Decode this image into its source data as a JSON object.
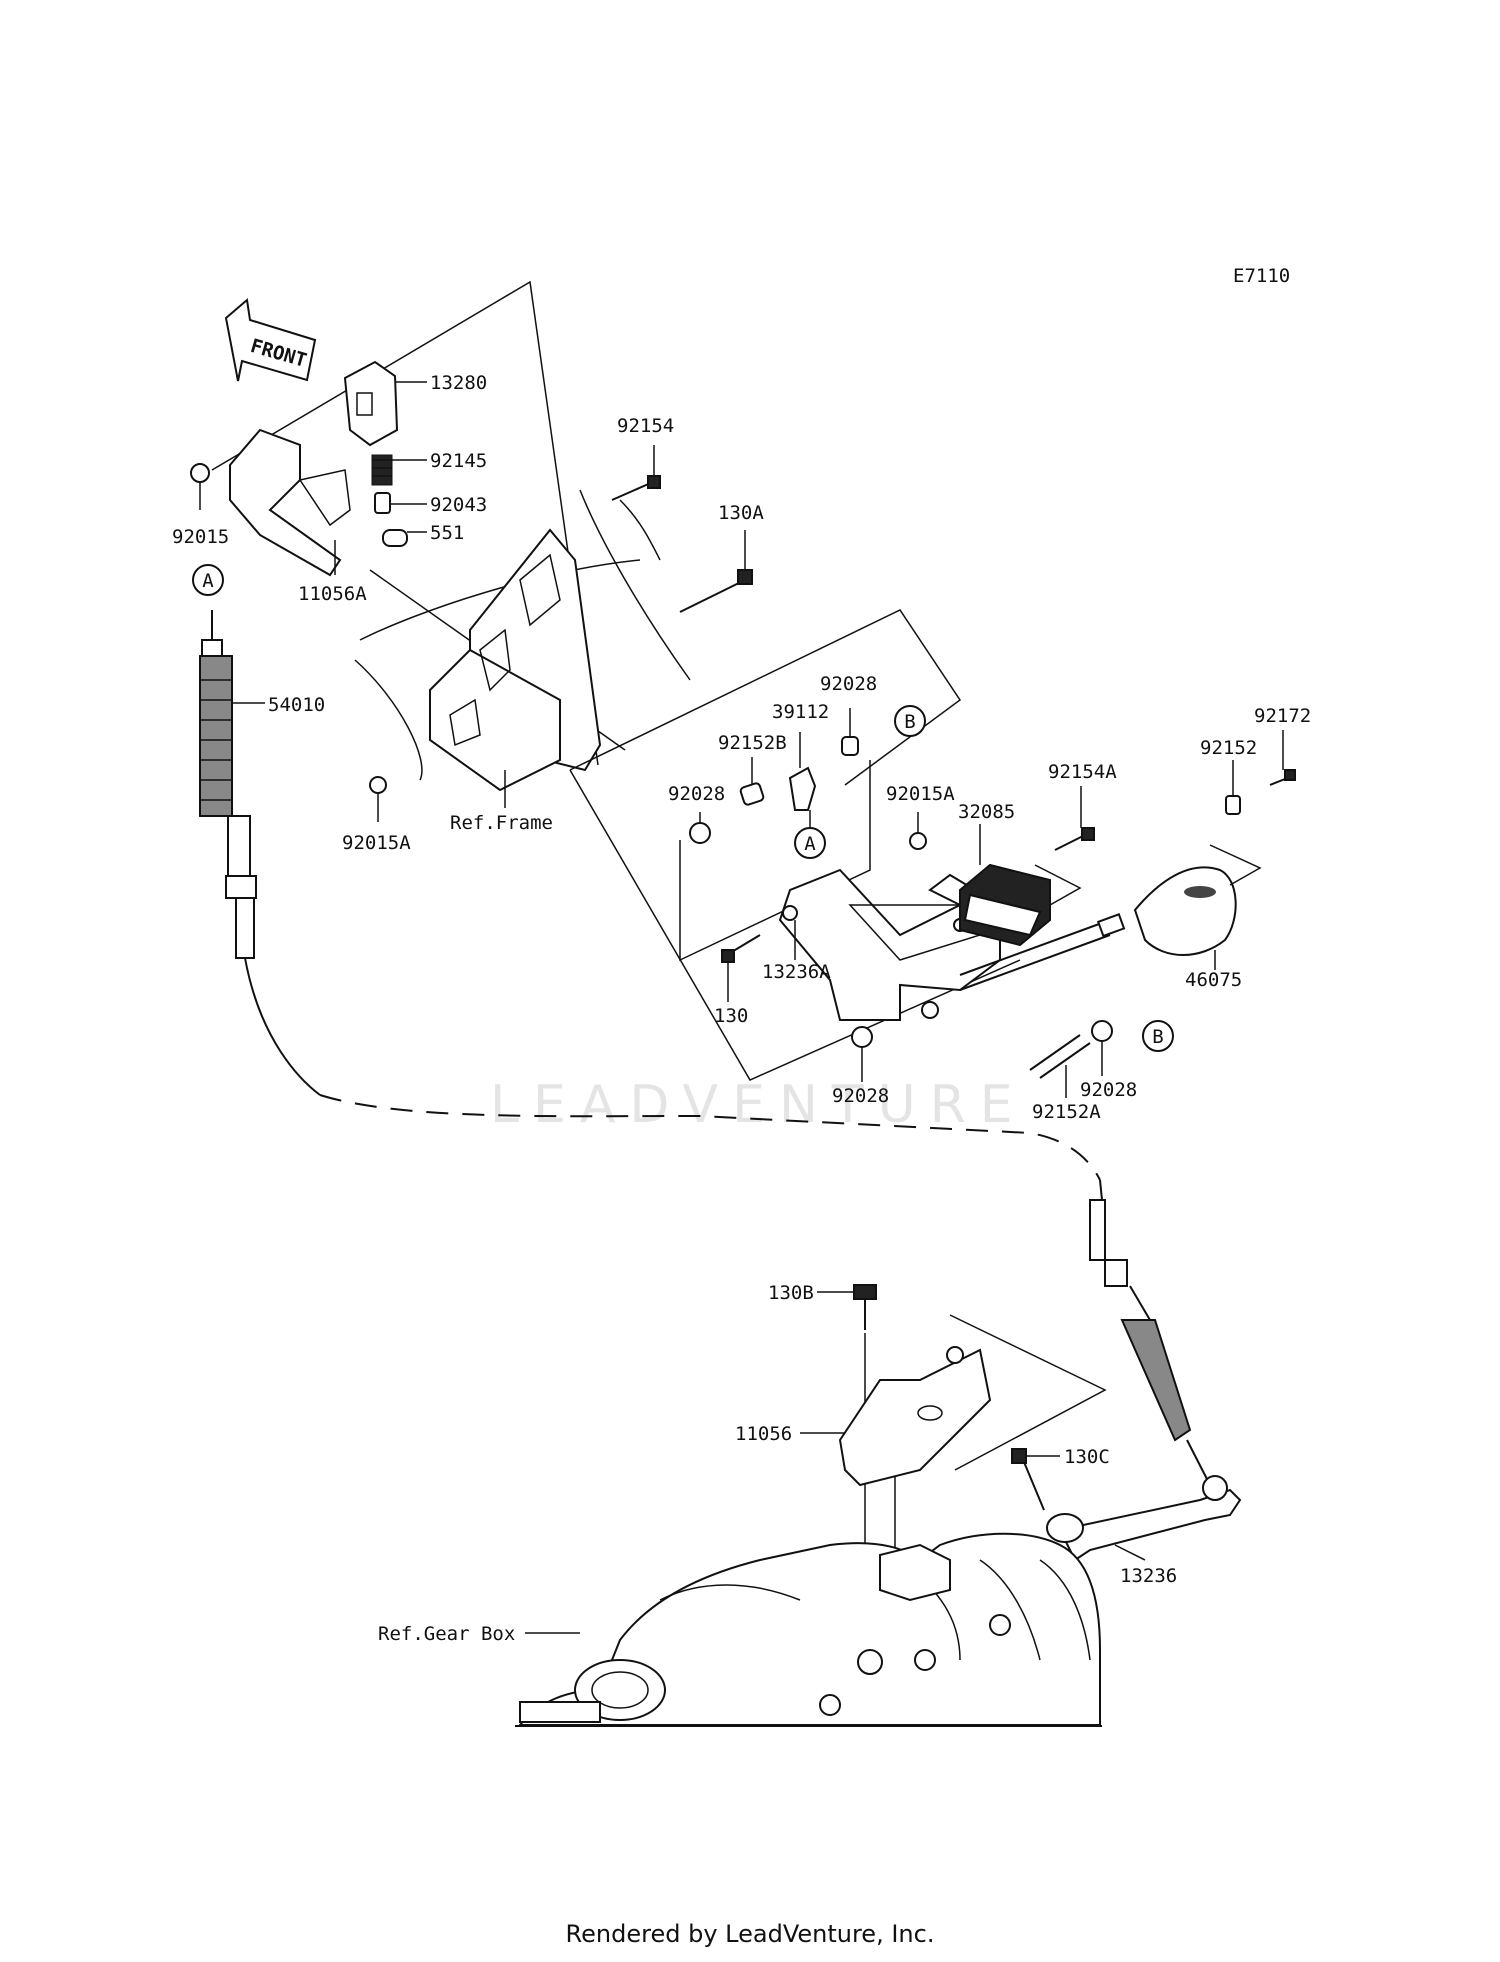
{
  "diagram_code": "E7110",
  "front_label": "FRONT",
  "watermark": "LEADVENTURE",
  "footer": "Rendered by LeadVenture, Inc.",
  "callouts": [
    {
      "id": "13280",
      "text": "13280"
    },
    {
      "id": "92145",
      "text": "92145"
    },
    {
      "id": "92043",
      "text": "92043"
    },
    {
      "id": "551",
      "text": "551"
    },
    {
      "id": "92015",
      "text": "92015"
    },
    {
      "id": "11056A",
      "text": "11056A"
    },
    {
      "id": "92154",
      "text": "92154"
    },
    {
      "id": "130A",
      "text": "130A"
    },
    {
      "id": "54010",
      "text": "54010"
    },
    {
      "id": "92015A-left",
      "text": "92015A"
    },
    {
      "id": "ref-frame",
      "text": "Ref.Frame"
    },
    {
      "id": "92028-top",
      "text": "92028"
    },
    {
      "id": "39112",
      "text": "39112"
    },
    {
      "id": "92152B",
      "text": "92152B"
    },
    {
      "id": "92028-left",
      "text": "92028"
    },
    {
      "id": "92015A-mid",
      "text": "92015A"
    },
    {
      "id": "92154A",
      "text": "92154A"
    },
    {
      "id": "32085",
      "text": "32085"
    },
    {
      "id": "92152",
      "text": "92152"
    },
    {
      "id": "92172",
      "text": "92172"
    },
    {
      "id": "46075",
      "text": "46075"
    },
    {
      "id": "130",
      "text": "130"
    },
    {
      "id": "13236A",
      "text": "13236A"
    },
    {
      "id": "92028-bottom",
      "text": "92028"
    },
    {
      "id": "92152A",
      "text": "92152A"
    },
    {
      "id": "92028-right",
      "text": "92028"
    },
    {
      "id": "130B",
      "text": "130B"
    },
    {
      "id": "11056",
      "text": "11056"
    },
    {
      "id": "130C",
      "text": "130C"
    },
    {
      "id": "13236",
      "text": "13236"
    },
    {
      "id": "ref-gear-box",
      "text": "Ref.Gear Box"
    }
  ],
  "markers": [
    {
      "id": "A-left",
      "text": "A"
    },
    {
      "id": "A-mid",
      "text": "A"
    },
    {
      "id": "B-top",
      "text": "B"
    },
    {
      "id": "B-bottom",
      "text": "B"
    }
  ]
}
